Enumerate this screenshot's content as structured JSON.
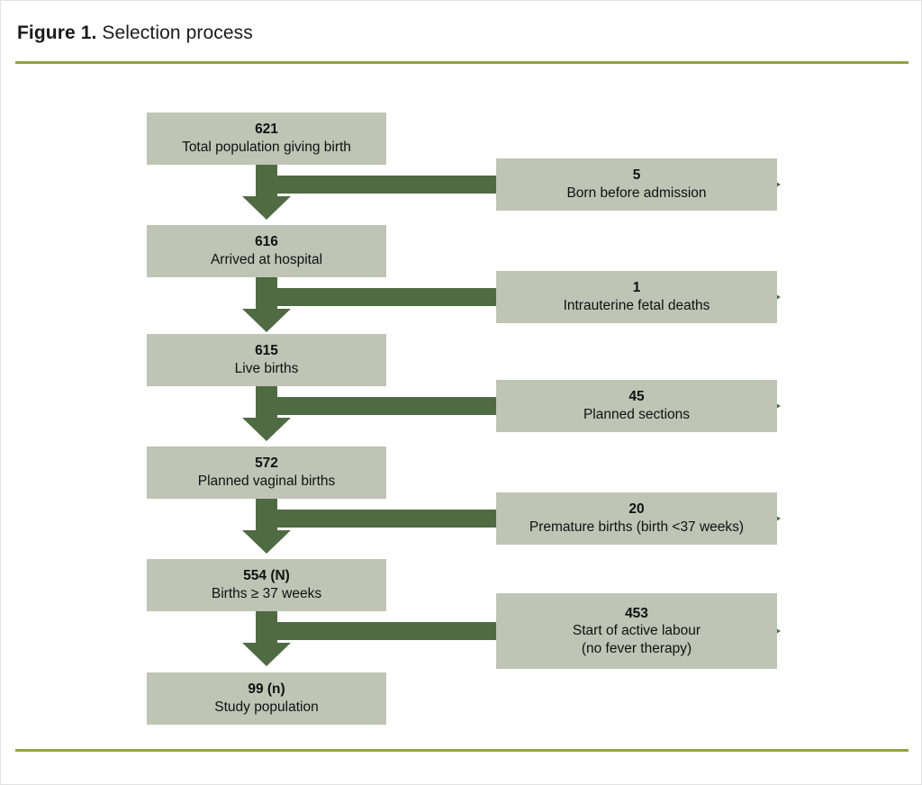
{
  "figure": {
    "label": "Figure 1.",
    "caption": " Selection process"
  },
  "colors": {
    "rule": "#8FA63A",
    "box_fill": "#BFC4B4",
    "arrow": "#4F6B42",
    "text": "#111111",
    "page_background": "#FFFFFF"
  },
  "flow": {
    "main_nodes": [
      {
        "num": "621",
        "desc": "Total population giving birth"
      },
      {
        "num": "616",
        "desc": "Arrived at hospital"
      },
      {
        "num": "615",
        "desc": "Live births"
      },
      {
        "num": "572",
        "desc": "Planned vaginal births"
      },
      {
        "num": "554 (N)",
        "desc": "Births ≥ 37 weeks"
      },
      {
        "num": "99 (n)",
        "desc": "Study population"
      }
    ],
    "excluded_nodes": [
      {
        "num": "5",
        "desc": "Born before admission",
        "desc2": ""
      },
      {
        "num": "1",
        "desc": "Intrauterine fetal deaths",
        "desc2": ""
      },
      {
        "num": "45",
        "desc": "Planned sections",
        "desc2": ""
      },
      {
        "num": "20",
        "desc": "Premature births (birth <37 weeks)",
        "desc2": ""
      },
      {
        "num": "453",
        "desc": "Start of active labour",
        "desc2": "(no fever therapy)"
      }
    ]
  },
  "chart_data": {
    "type": "flowchart",
    "title": "Figure 1. Selection process",
    "orientation": "vertical-with-side-exclusions",
    "nodes": [
      {
        "id": "n1",
        "count": 621,
        "label": "Total population giving birth",
        "column": "main"
      },
      {
        "id": "e1",
        "count": 5,
        "label": "Born before admission",
        "column": "excluded"
      },
      {
        "id": "n2",
        "count": 616,
        "label": "Arrived at hospital",
        "column": "main"
      },
      {
        "id": "e2",
        "count": 1,
        "label": "Intrauterine fetal deaths",
        "column": "excluded"
      },
      {
        "id": "n3",
        "count": 615,
        "label": "Live births",
        "column": "main"
      },
      {
        "id": "e3",
        "count": 45,
        "label": "Planned sections",
        "column": "excluded"
      },
      {
        "id": "n4",
        "count": 572,
        "label": "Planned vaginal births",
        "column": "main"
      },
      {
        "id": "e4",
        "count": 20,
        "label": "Premature births (birth <37 weeks)",
        "column": "excluded"
      },
      {
        "id": "n5",
        "count": 554,
        "label": "Births ≥ 37 weeks",
        "column": "main",
        "note": "N"
      },
      {
        "id": "e5",
        "count": 453,
        "label": "Start of active labour (no fever therapy)",
        "column": "excluded"
      },
      {
        "id": "n6",
        "count": 99,
        "label": "Study population",
        "column": "main",
        "note": "n"
      }
    ],
    "edges": [
      {
        "from": "n1",
        "to": "n2",
        "direction": "down"
      },
      {
        "from": "n1",
        "to": "e1",
        "direction": "right"
      },
      {
        "from": "n2",
        "to": "n3",
        "direction": "down"
      },
      {
        "from": "n2",
        "to": "e2",
        "direction": "right"
      },
      {
        "from": "n3",
        "to": "n4",
        "direction": "down"
      },
      {
        "from": "n3",
        "to": "e3",
        "direction": "right"
      },
      {
        "from": "n4",
        "to": "n5",
        "direction": "down"
      },
      {
        "from": "n4",
        "to": "e4",
        "direction": "right"
      },
      {
        "from": "n5",
        "to": "n6",
        "direction": "down"
      },
      {
        "from": "n5",
        "to": "e5",
        "direction": "right"
      }
    ]
  }
}
